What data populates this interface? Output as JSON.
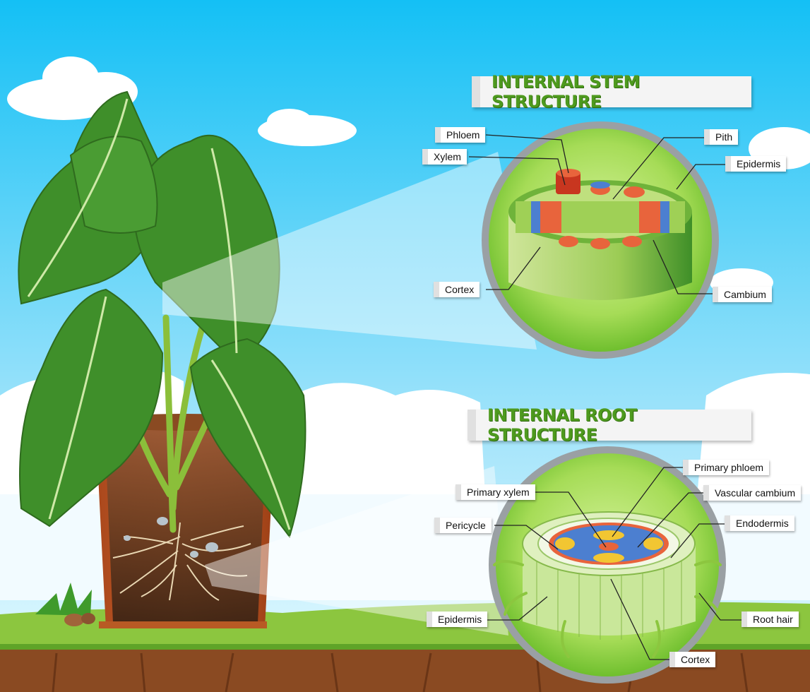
{
  "titles": {
    "stem": "INTERNAL STEM STRUCTURE",
    "root": "INTERNAL ROOT STRUCTURE"
  },
  "stem_labels": {
    "phloem": "Phloem",
    "xylem": "Xylem",
    "pith": "Pith",
    "epidermis": "Epidermis",
    "cortex": "Cortex",
    "cambium": "Cambium"
  },
  "root_labels": {
    "primary_phloem": "Primary phloem",
    "primary_xylem": "Primary xylem",
    "vascular_cambium": "Vascular cambium",
    "pericycle": "Pericycle",
    "endodermis": "Endodermis",
    "epidermis": "Epidermis",
    "root_hair": "Root hair",
    "cortex": "Cortex"
  },
  "colors": {
    "sky_top": "#17c2f5",
    "sky_bottom": "#bfeefc",
    "grass": "#8cc63f",
    "soil": "#8a4a22",
    "leaf": "#3f8f2a",
    "title_text": "#4e9a1e",
    "xylem": "#e8643c",
    "phloem": "#4c7fd0"
  }
}
